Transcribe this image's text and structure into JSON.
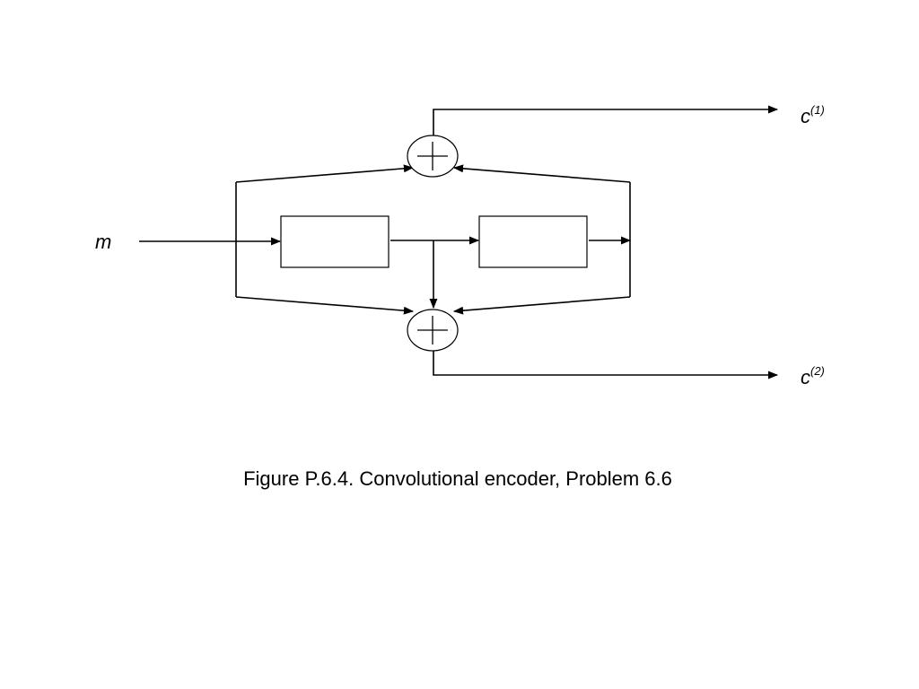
{
  "diagram": {
    "input_label": "m",
    "output_top": {
      "base": "c",
      "superscript": "(1)"
    },
    "output_bottom": {
      "base": "c",
      "superscript": "(2)"
    },
    "blocks": [
      {
        "name": "shift-register-1",
        "text": ""
      },
      {
        "name": "shift-register-2",
        "text": ""
      }
    ],
    "adders": [
      {
        "name": "modulo-2-adder-top",
        "symbol": "+"
      },
      {
        "name": "modulo-2-adder-bottom",
        "symbol": "+"
      }
    ]
  },
  "caption": "Figure P.6.4. Convolutional encoder, Problem 6.6"
}
